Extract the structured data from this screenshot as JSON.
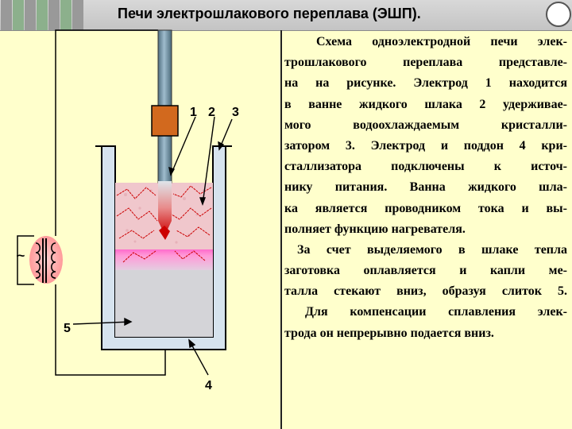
{
  "header": {
    "title": "Печи электрошлакового переплава (ЭШП)."
  },
  "diagram": {
    "labels": {
      "electrode": "1",
      "slag": "2",
      "crystallizer": "3",
      "tray": "4",
      "ingot": "5",
      "ac_symbol": "~"
    },
    "colors": {
      "electrode": "#6d8ea1",
      "clamp": "#d2691e",
      "slag_pool": "#f0c7cc",
      "crack_lines": "#cc0000",
      "metal_band": "#ff66cc",
      "ingot": "#d4d4d8",
      "crystallizer_wall": "#d6e3ee",
      "coil_glow": "#ffb3b3"
    }
  },
  "text_lines": [
    "Схема одноэлектродной печи элек-",
    "трошлакового переплава представле-",
    "на на рисунке. Электрод 1 находится",
    "в ванне жидкого шлака 2 удерживае-",
    "мого водоохлаждаемым кристалли-",
    "затором 3. Электрод и поддон 4 кри-",
    "сталлизатора подключены к источ-",
    "нику питания. Ванна жидкого шла-",
    "ка является проводником тока и вы-",
    "полняет функцию нагревателя.",
    "За счет выделяемого в шлаке тепла",
    "заготовка оплавляется и капли ме-",
    "талла стекают вниз, образуя слиток 5.",
    "Для компенсации сплавления элек-",
    "трода он непрерывно подается вниз."
  ]
}
